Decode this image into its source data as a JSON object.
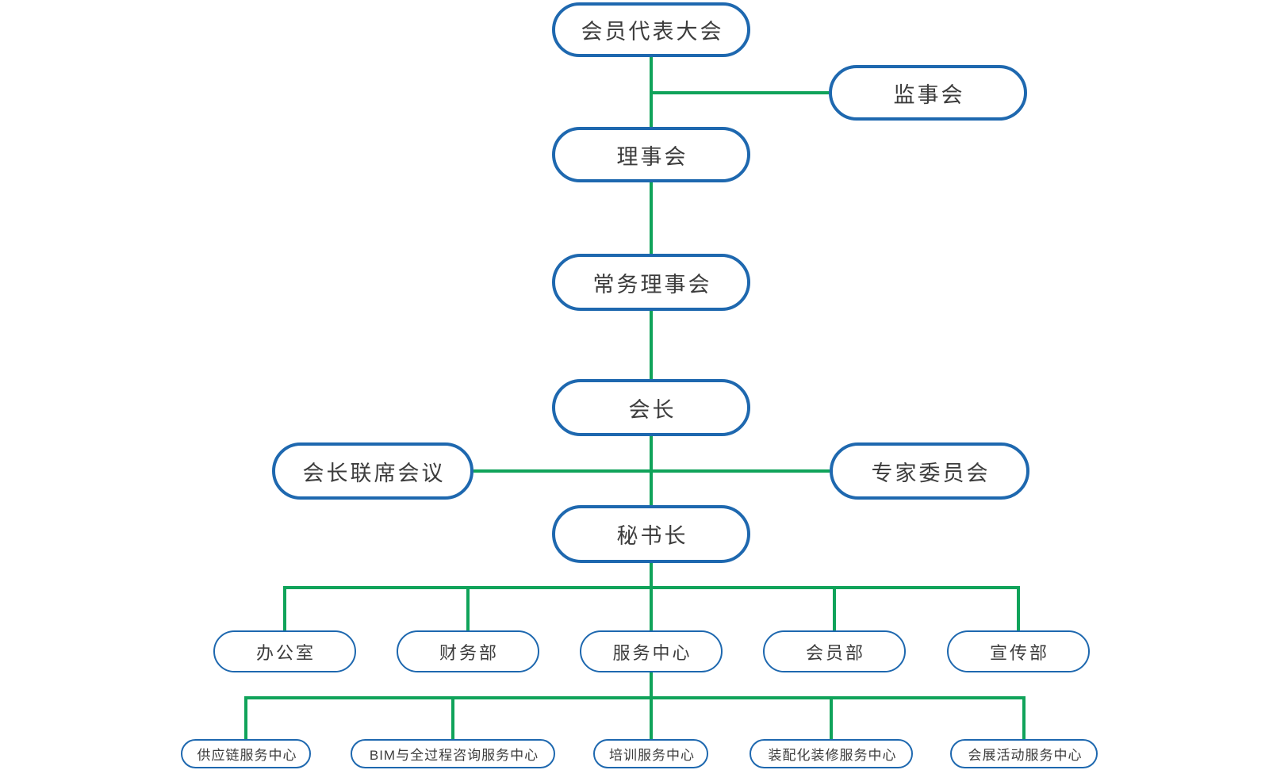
{
  "nodes": {
    "members_congress": {
      "label": "会员代表大会"
    },
    "supervisory_board": {
      "label": "监事会"
    },
    "council": {
      "label": "理事会"
    },
    "standing_council": {
      "label": "常务理事会"
    },
    "president": {
      "label": "会长"
    },
    "presidents_joint_conference": {
      "label": "会长联席会议"
    },
    "expert_committee": {
      "label": "专家委员会"
    },
    "secretary_general": {
      "label": "秘书长"
    },
    "office": {
      "label": "办公室"
    },
    "finance_dept": {
      "label": "财务部"
    },
    "service_center": {
      "label": "服务中心"
    },
    "membership_dept": {
      "label": "会员部"
    },
    "publicity_dept": {
      "label": "宣传部"
    },
    "supply_chain_center": {
      "label": "供应链服务中心"
    },
    "bim_center": {
      "label": "BIM与全过程咨询服务中心"
    },
    "training_center": {
      "label": "培训服务中心"
    },
    "prefab_center": {
      "label": "装配化装修服务中心"
    },
    "exhibition_center": {
      "label": "会展活动服务中心"
    }
  },
  "edges": [
    {
      "from": "members_congress",
      "to": "supervisory_board"
    },
    {
      "from": "members_congress",
      "to": "council"
    },
    {
      "from": "council",
      "to": "standing_council"
    },
    {
      "from": "standing_council",
      "to": "president"
    },
    {
      "from": "president",
      "to": "presidents_joint_conference"
    },
    {
      "from": "president",
      "to": "expert_committee"
    },
    {
      "from": "president",
      "to": "secretary_general"
    },
    {
      "from": "secretary_general",
      "to": "office"
    },
    {
      "from": "secretary_general",
      "to": "finance_dept"
    },
    {
      "from": "secretary_general",
      "to": "service_center"
    },
    {
      "from": "secretary_general",
      "to": "membership_dept"
    },
    {
      "from": "secretary_general",
      "to": "publicity_dept"
    },
    {
      "from": "service_center",
      "to": "supply_chain_center"
    },
    {
      "from": "service_center",
      "to": "bim_center"
    },
    {
      "from": "service_center",
      "to": "training_center"
    },
    {
      "from": "service_center",
      "to": "prefab_center"
    },
    {
      "from": "service_center",
      "to": "exhibition_center"
    }
  ],
  "colors": {
    "box_border": "#1e68af",
    "connector": "#10a35a",
    "label_text": "#3c3c3c",
    "background": "#ffffff"
  }
}
